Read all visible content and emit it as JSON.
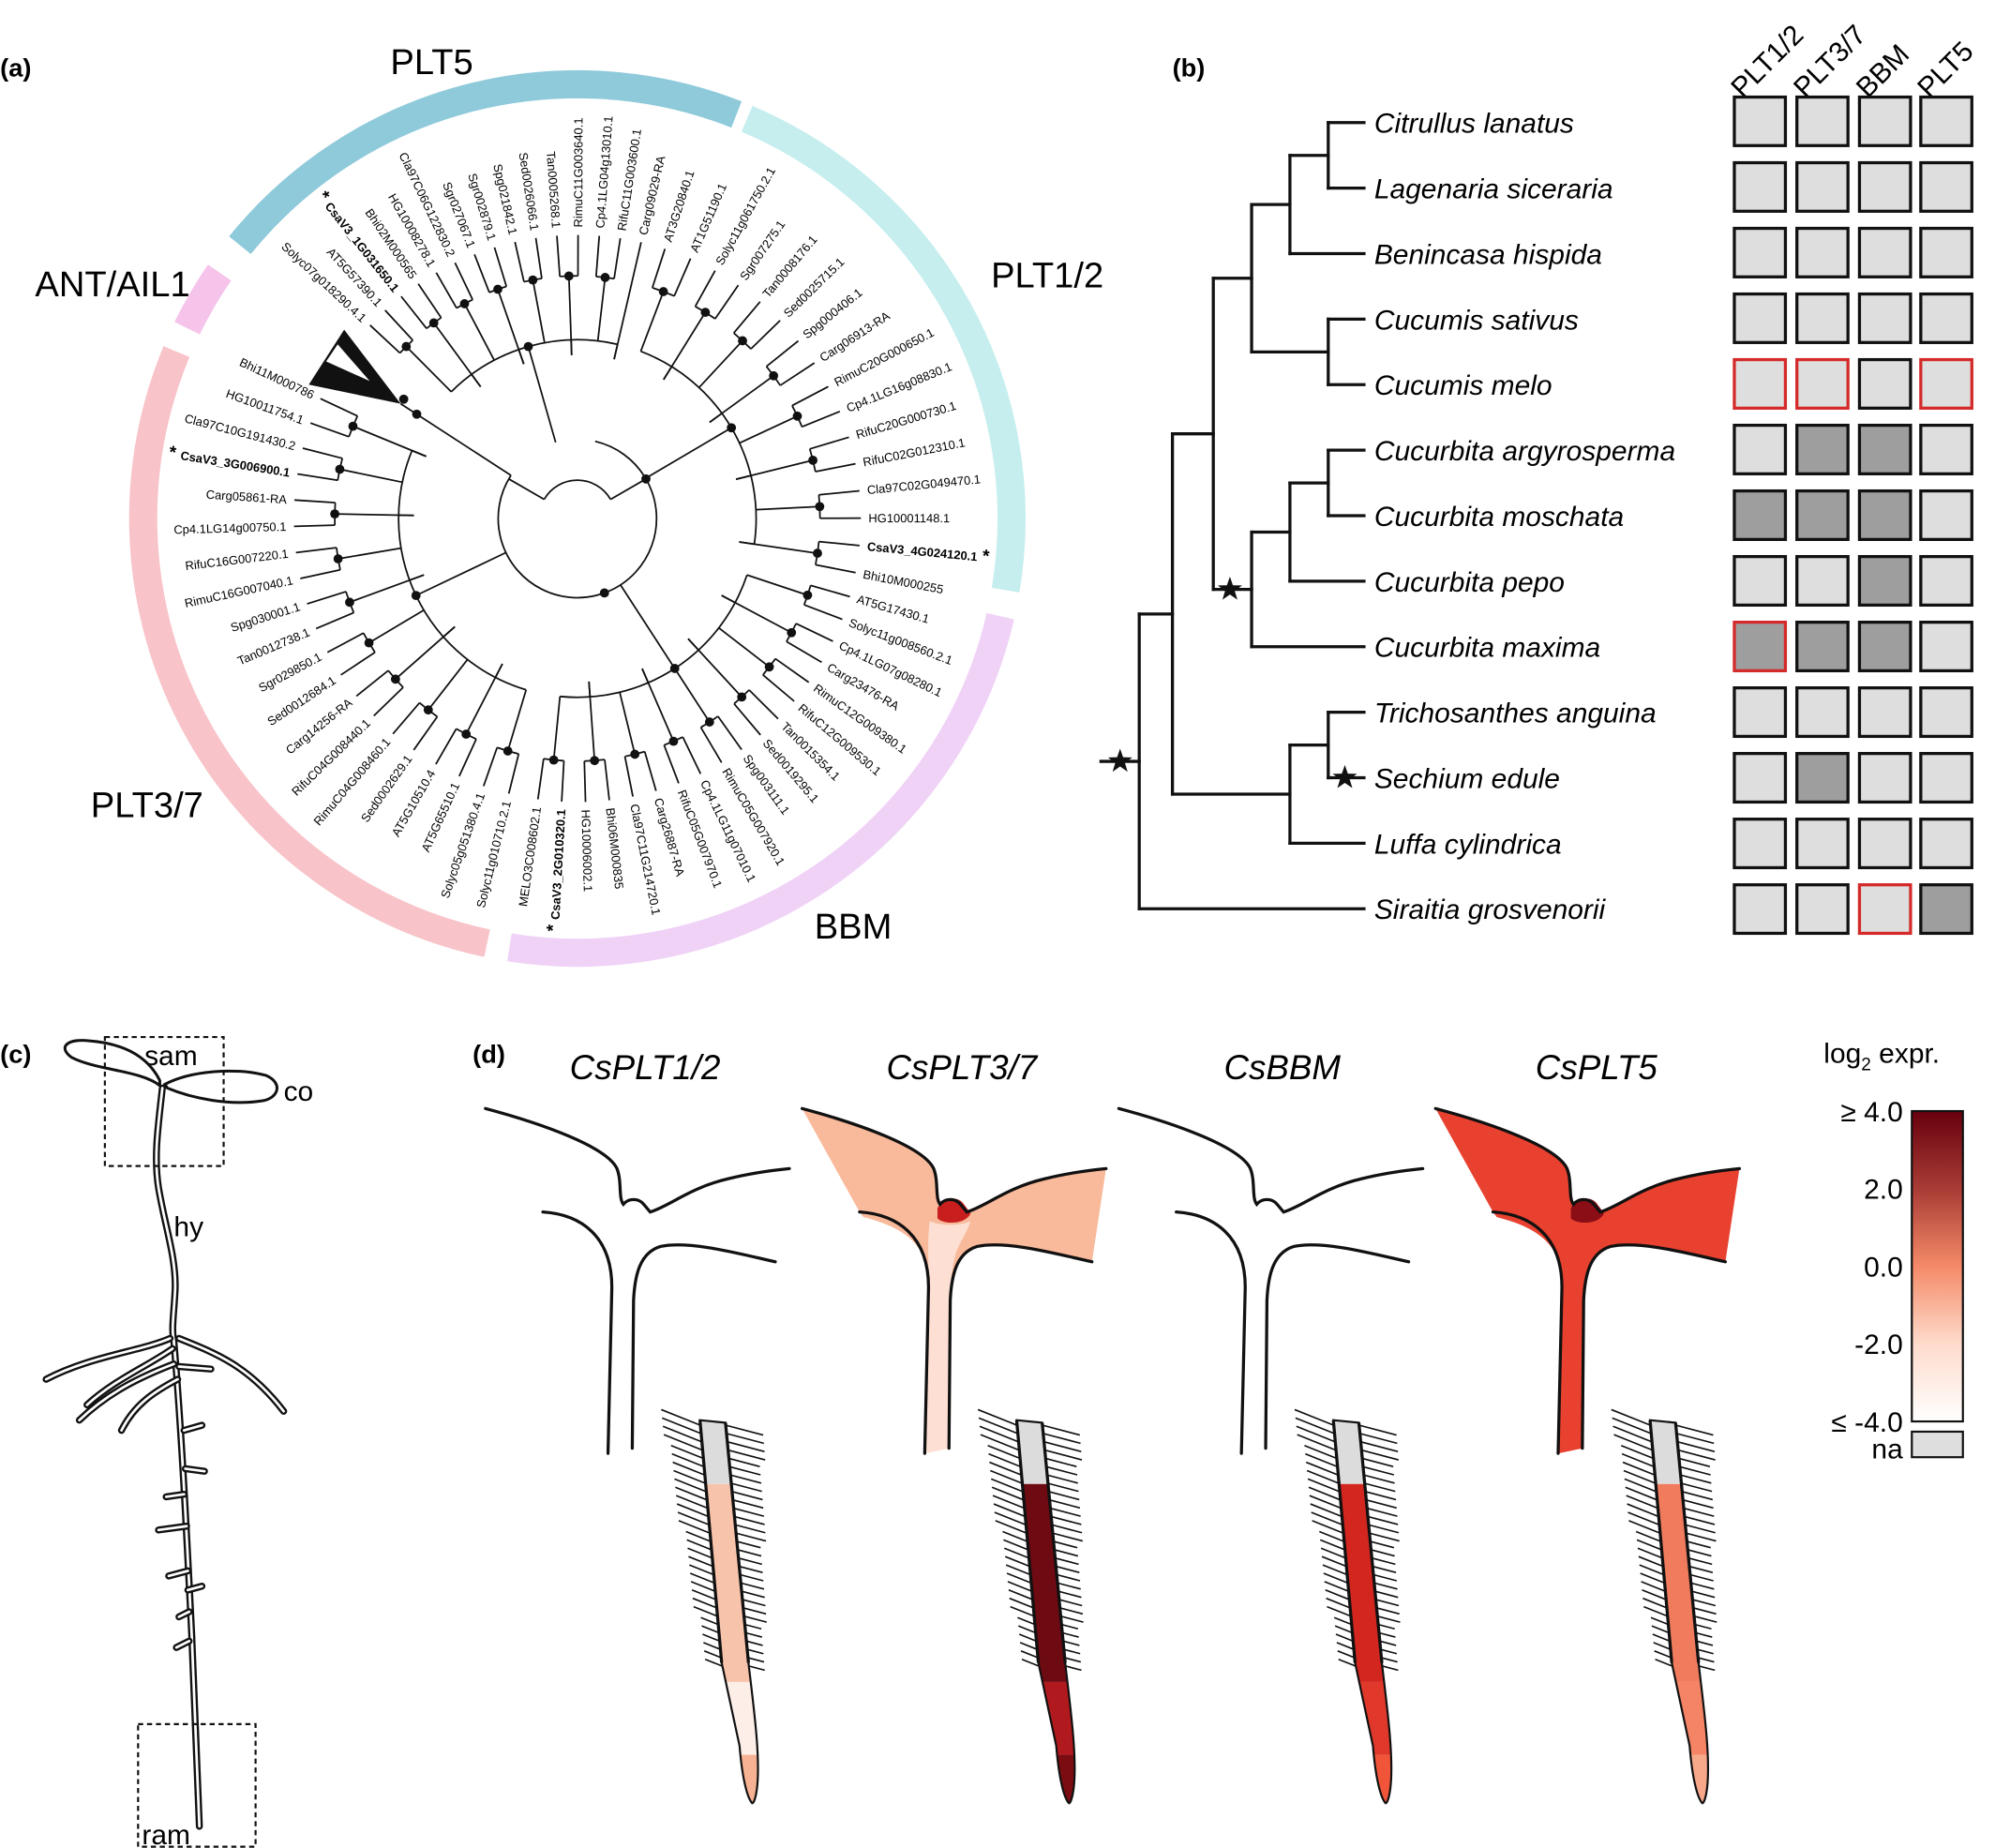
{
  "panels": {
    "a": "(a)",
    "b": "(b)",
    "c": "(c)",
    "d": "(d)"
  },
  "gene_tree": {
    "marker": "*",
    "bold_leaves": [
      "CsaV3_1G031650.1",
      "CsaV3_4G024120.1",
      "CsaV3_2G010320.1",
      "CsaV3_3G006900.1"
    ],
    "collapsed_clade": {
      "name": "ANT/AIL1",
      "color": "#f6c3ea"
    },
    "clades": [
      {
        "name": "PLT5",
        "color": "#8fcadb",
        "leaves": [
          "Solyc07g018290.4.1",
          "AT5G57390.1",
          "CsaV3_1G031650.1",
          "Bhi02M000565",
          "HG10008278.1",
          "Cla97C06G122830.2",
          "Sgr027067.1",
          "Sgr002879.1",
          "Spg021842.1",
          "Sed0026066.1",
          "Tan0005268.1",
          "RimuC11G003640.1",
          "Cp4.1LG04g13010.1",
          "RifuC11G003600.1",
          "Carg09029-RA"
        ]
      },
      {
        "name": "PLT1/2",
        "color": "#c6eeee",
        "leaves": [
          "AT3G20840.1",
          "AT1G51190.1",
          "Solyc11g061750.2.1",
          "Sgr007275.1",
          "Tan0008176.1",
          "Sed0025715.1",
          "Spg000406.1",
          "Carg06913-RA",
          "RimuC20G000650.1",
          "Cp4.1LG16g08830.1",
          "RifuC20G000730.1",
          "RifuC02G012310.1",
          "Cla97C02G049470.1",
          "HG10001148.1",
          "CsaV3_4G024120.1",
          "Bhi10M000255"
        ]
      },
      {
        "name": "BBM",
        "color": "#f0d2f7",
        "leaves": [
          "AT5G17430.1",
          "Solyc11g008560.2.1",
          "Cp4.1LG07g08280.1",
          "Carg23476-RA",
          "RimuC12G009380.1",
          "RifuC12G009530.1",
          "Tan0015354.1",
          "Sed0019295.1",
          "Spg003111.1",
          "RimuC05G007920.1",
          "Cp4.1LG11g07010.1",
          "RifuC05G007970.1",
          "Carg26887-RA",
          "Cla97C11G214720.1",
          "Bhi06M000835",
          "HG10006002.1",
          "CsaV3_2G010320.1",
          "MELO3C008602.1"
        ]
      },
      {
        "name": "PLT3/7",
        "color": "#f8c3c9",
        "leaves": [
          "Solyc11g010710.2.1",
          "Solyc05g051380.4.1",
          "AT5G65510.1",
          "AT5G10510.4",
          "Sed0002629.1",
          "RimuC04G008460.1",
          "RifuC04G008440.1",
          "Carg14256-RA",
          "Sed0012684.1",
          "Sgr029850.1",
          "Tan0012738.1",
          "Spg030001.1",
          "RimuC16G007040.1",
          "RifuC16G007220.1",
          "Cp4.1LG14g00750.1",
          "Carg05861-RA",
          "CsaV3_3G006900.1",
          "Cla97C10G191430.2",
          "HG10011754.1",
          "Bhi11M000786"
        ]
      }
    ]
  },
  "species_tree": {
    "species": [
      "Citrullus lanatus",
      "Lagenaria siceraria",
      "Benincasa hispida",
      "Cucumis sativus",
      "Cucumis melo",
      "Cucurbita argyrosperma",
      "Cucurbita moschata",
      "Cucurbita pepo",
      "Cucurbita maxima",
      "Trichosanthes anguina",
      "Sechium edule",
      "Luffa cylindrica",
      "Siraitia grosvenorii"
    ],
    "genes": [
      "PLT1/2",
      "PLT3/7",
      "BBM",
      "PLT5"
    ],
    "cell_colors": {
      "L": "#dedede",
      "D": "#9e9e9e",
      "outline": "#111111",
      "highlight_outline": "#d42a2a"
    },
    "matrix": [
      [
        "L",
        "L",
        "L",
        "L"
      ],
      [
        "L",
        "L",
        "L",
        "L"
      ],
      [
        "L",
        "L",
        "L",
        "L"
      ],
      [
        "L",
        "L",
        "L",
        "L"
      ],
      [
        "Lr",
        "Lr",
        "L",
        "Lr"
      ],
      [
        "L",
        "D",
        "D",
        "L"
      ],
      [
        "D",
        "D",
        "D",
        "L"
      ],
      [
        "L",
        "L",
        "D",
        "L"
      ],
      [
        "Dr",
        "D",
        "D",
        "L"
      ],
      [
        "L",
        "L",
        "L",
        "L"
      ],
      [
        "L",
        "D",
        "L",
        "L"
      ],
      [
        "L",
        "L",
        "L",
        "L"
      ],
      [
        "L",
        "L",
        "Lr",
        "D"
      ]
    ]
  },
  "seedling": {
    "sam": "sam",
    "co": "co",
    "hy": "hy",
    "ram": "ram"
  },
  "expression": {
    "genes": [
      {
        "title": "CsPLT1/2",
        "cotyledon": "#ffffff",
        "hypocotyl": "#ffffff",
        "sam": "#ffffff",
        "filled": false,
        "root": [
          "#dcdcdc",
          "#f8c3ab",
          "#fdeee8",
          "#f7b294"
        ]
      },
      {
        "title": "CsPLT3/7",
        "cotyledon": "#f9b99b",
        "hypocotyl": "#fde0d3",
        "sam": "#c81e1e",
        "filled": true,
        "root": [
          "#dcdcdc",
          "#6e0a12",
          "#b01a1e",
          "#7a0c12"
        ]
      },
      {
        "title": "CsBBM",
        "cotyledon": "#ffffff",
        "hypocotyl": "#ffffff",
        "sam": "#ffffff",
        "filled": false,
        "root": [
          "#dcdcdc",
          "#d3261f",
          "#e0392b",
          "#f0553a"
        ]
      },
      {
        "title": "CsPLT5",
        "cotyledon": "#e8412f",
        "hypocotyl": "#e8412f",
        "sam": "#8b0d15",
        "filled": true,
        "root": [
          "#dcdcdc",
          "#f07b5d",
          "#f58466",
          "#f8a88a"
        ]
      }
    ],
    "colorbar": {
      "title_main": "log",
      "title_sub": "2",
      "title_rest": " expr.",
      "range": [
        -4.0,
        4.0
      ],
      "ticks": [
        {
          "value": 4.0,
          "label": "≥ 4.0"
        },
        {
          "value": 2.0,
          "label": "2.0"
        },
        {
          "value": 0.0,
          "label": "0.0"
        },
        {
          "value": -2.0,
          "label": "-2.0"
        },
        {
          "value": -4.0,
          "label": "≤ -4.0"
        }
      ],
      "stops": [
        "#ffffff",
        "#fedbcc",
        "#f48a68",
        "#a83c35",
        "#67000d"
      ],
      "na_label": "na",
      "na_color": "#dedede"
    }
  }
}
